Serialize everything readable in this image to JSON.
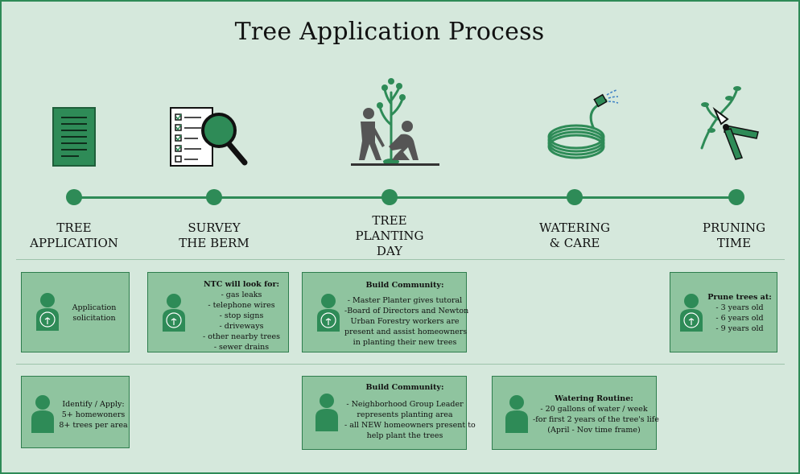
{
  "title": "Tree Application Process",
  "colors": {
    "background": "#d5e8dc",
    "accent": "#2e8b57",
    "box": "#8fc49f"
  },
  "steps": [
    {
      "icon": "document-icon",
      "label_lines": [
        "TREE",
        "APPLICATION"
      ]
    },
    {
      "icon": "checklist-magnifier-icon",
      "label_lines": [
        "SURVEY",
        "THE BERM"
      ]
    },
    {
      "icon": "people-planting-tree-icon",
      "label_lines": [
        "TREE",
        "PLANTING",
        "DAY"
      ]
    },
    {
      "icon": "garden-hose-icon",
      "label_lines": [
        "WATERING",
        "& CARE"
      ]
    },
    {
      "icon": "pruning-shears-icon",
      "label_lines": [
        "PRUNING",
        "TIME"
      ]
    }
  ],
  "row1": {
    "application": {
      "lines": [
        "Application",
        "solicitation"
      ]
    },
    "survey": {
      "heading": "NTC will look for:",
      "lines": [
        "- gas leaks",
        "- telephone wires",
        "- stop signs",
        "- driveways",
        "- other nearby trees",
        "- sewer drains"
      ]
    },
    "planting": {
      "heading": "Build Community:",
      "lines": [
        "- Master Planter gives tutoral",
        "-Board of Directors and Newton",
        "Urban Forestry workers are",
        "present and assist homeowners",
        "in planting their new trees"
      ]
    },
    "pruning": {
      "heading": "Prune trees at:",
      "lines": [
        "- 3 years old",
        "- 6 years old",
        "- 9 years old"
      ]
    }
  },
  "row2": {
    "application": {
      "lines": [
        "Identify / Apply:",
        "5+ homewoners",
        "8+ trees per area"
      ]
    },
    "planting": {
      "heading": "Build Community:",
      "lines": [
        "- Neighborhood Group Leader",
        "represents planting area",
        "- all NEW homeowners present to",
        "help plant the trees"
      ]
    },
    "watering": {
      "heading": "Watering Routine:",
      "lines": [
        "- 20 gallons of water / week",
        "-for first 2 years of the tree's life",
        "(April - Nov time frame)"
      ]
    }
  }
}
